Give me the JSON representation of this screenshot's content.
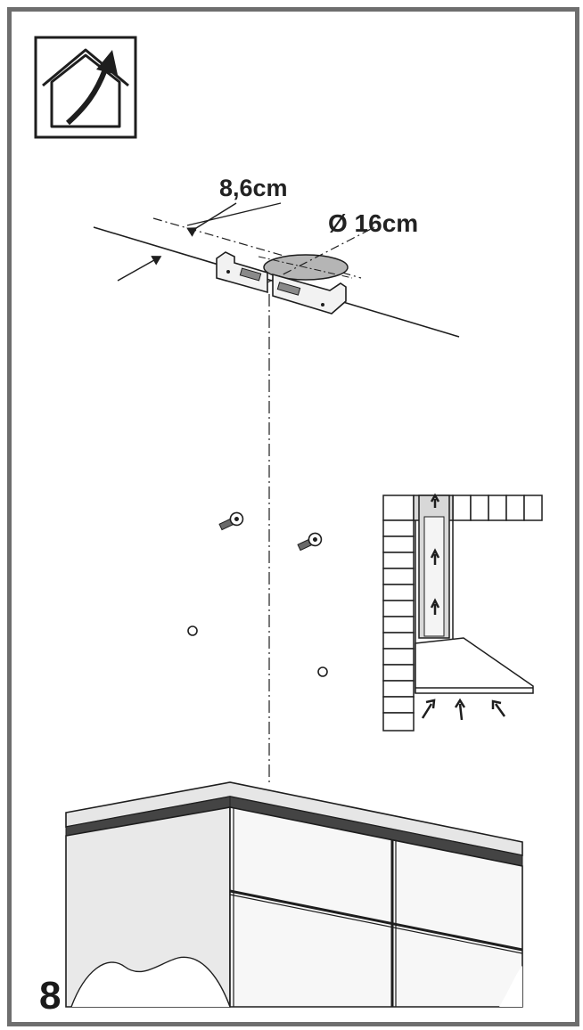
{
  "labels": {
    "depth": "8,6cm",
    "diameter": "Ø 16cm"
  },
  "step": {
    "number": "8"
  },
  "icons": {
    "main": "house-exhaust-icon",
    "inset": "ducted-hood-airflow-icon"
  },
  "colors": {
    "frame": "#6e6e6e",
    "line": "#1e1e1e",
    "shade": "#b5b5b5"
  }
}
